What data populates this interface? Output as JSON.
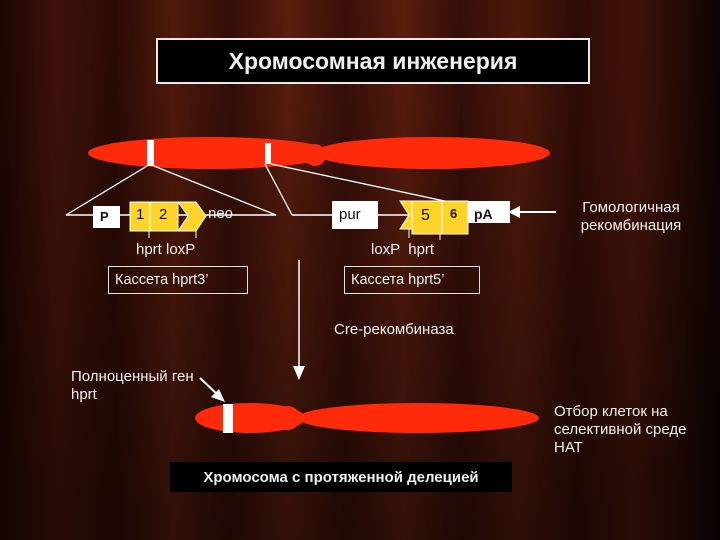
{
  "title": "Хромосомная инженерия",
  "left_cassette": {
    "promoter": "P",
    "exon1": "1",
    "exon2": "2",
    "neo": "neo",
    "labels": "hprt loxP",
    "name": "Кассета hprt3’"
  },
  "right_cassette": {
    "pur": "pur",
    "exon5": "5",
    "exon6": "6",
    "pA": "pA",
    "labels": "loxP  hprt",
    "name": "Кассета hprt5’"
  },
  "homologous_recombination": "Гомологичная рекомбинация",
  "cre": "Cre-рекомбиназа",
  "full_gene": "Полноценный ген hprt",
  "selection": "Отбор клеток на селективной среде НАТ",
  "bottom_caption": "Хромосома с протяженной делецией",
  "colors": {
    "chromosome": "#ff2a0a",
    "exon_box": "#ffd42a",
    "background": "#3a0f08"
  }
}
